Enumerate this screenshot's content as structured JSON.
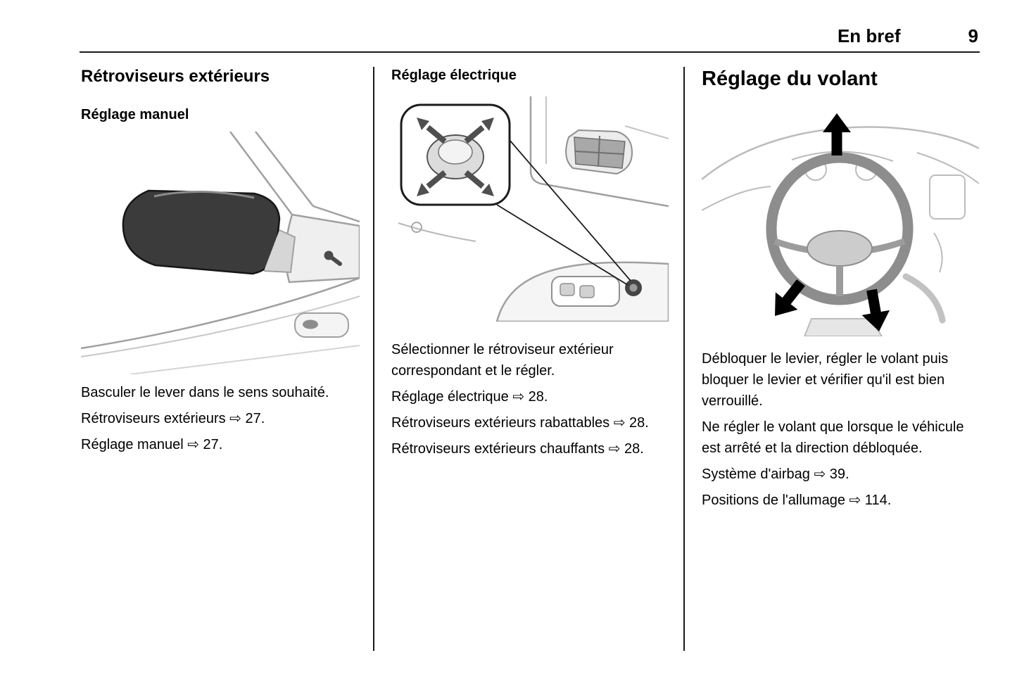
{
  "header": {
    "title": "En bref",
    "page_number": "9"
  },
  "symbols": {
    "reference_arrow": "⇨"
  },
  "col1": {
    "heading": "Rétroviseurs extérieurs",
    "subheading": "Réglage manuel",
    "paragraphs": [
      "Basculer le lever dans le sens souhaité.",
      "Rétroviseurs extérieurs ⇨ 27.",
      "Réglage manuel ⇨ 27."
    ]
  },
  "col2": {
    "heading": "Réglage électrique",
    "paragraphs": [
      "Sélectionner le rétroviseur extérieur correspondant et le régler.",
      "Réglage électrique ⇨ 28.",
      "Rétroviseurs extérieurs rabattables ⇨ 28.",
      "Rétroviseurs extérieurs chauffants ⇨ 28."
    ]
  },
  "col3": {
    "heading": "Réglage du volant",
    "paragraphs": [
      "Débloquer le levier, régler le volant puis bloquer le levier et vérifier qu'il est bien verrouillé.",
      "Ne régler le volant que lorsque le véhicule est arrêté et la direction débloquée.",
      "Système d'airbag ⇨ 39.",
      "Positions de l'allumage ⇨ 114."
    ]
  }
}
